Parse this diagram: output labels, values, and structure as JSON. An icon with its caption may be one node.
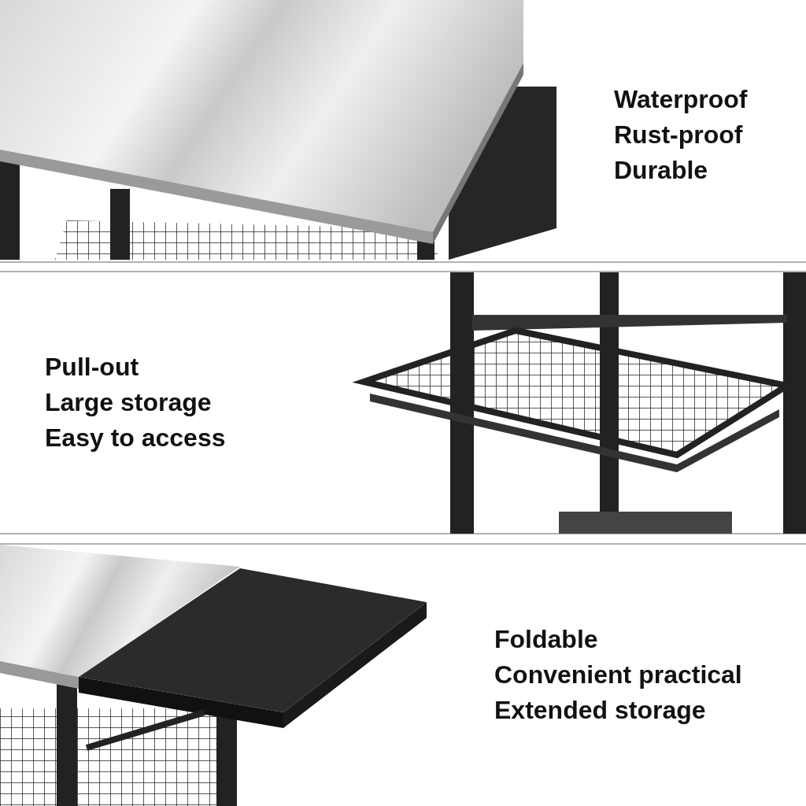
{
  "diagram": {
    "labels": [
      "Waterproof",
      "Rust-proof",
      "Durable",
      "Pull-out",
      "Large storage",
      "Easy to access",
      "Foldable",
      "Convenient practical",
      "Extended storage"
    ]
  }
}
